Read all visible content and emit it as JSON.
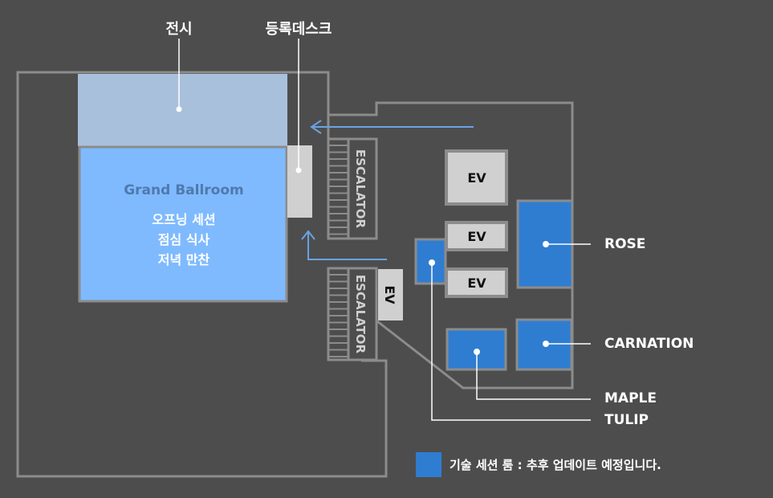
{
  "colors": {
    "background": "#4d4d4d",
    "wall": "#8c8c8c",
    "exhibition": "#a9c0dc",
    "ballroom": "#7fbaff",
    "tech_room": "#2f7dd1",
    "ev_box": "#d0d0d0",
    "arrow": "#6aa3e3",
    "leader_line": "#ffffff"
  },
  "top_labels": {
    "exhibition": "전시",
    "registration_desk": "등록데스크"
  },
  "ballroom": {
    "title": "Grand Ballroom",
    "events": [
      "오프닝 세션",
      "점심 식사",
      "저녁 만찬"
    ]
  },
  "escalators": [
    {
      "label": "ESCALATOR"
    },
    {
      "label": "ESCALATOR"
    }
  ],
  "elevators": [
    "EV",
    "EV",
    "EV",
    "EV"
  ],
  "rooms": [
    {
      "name": "ROSE"
    },
    {
      "name": "CARNATION"
    },
    {
      "name": "MAPLE"
    },
    {
      "name": "TULIP"
    }
  ],
  "legend": {
    "text": "기술 세션 룸 : 추후 업데이트 예정입니다."
  }
}
